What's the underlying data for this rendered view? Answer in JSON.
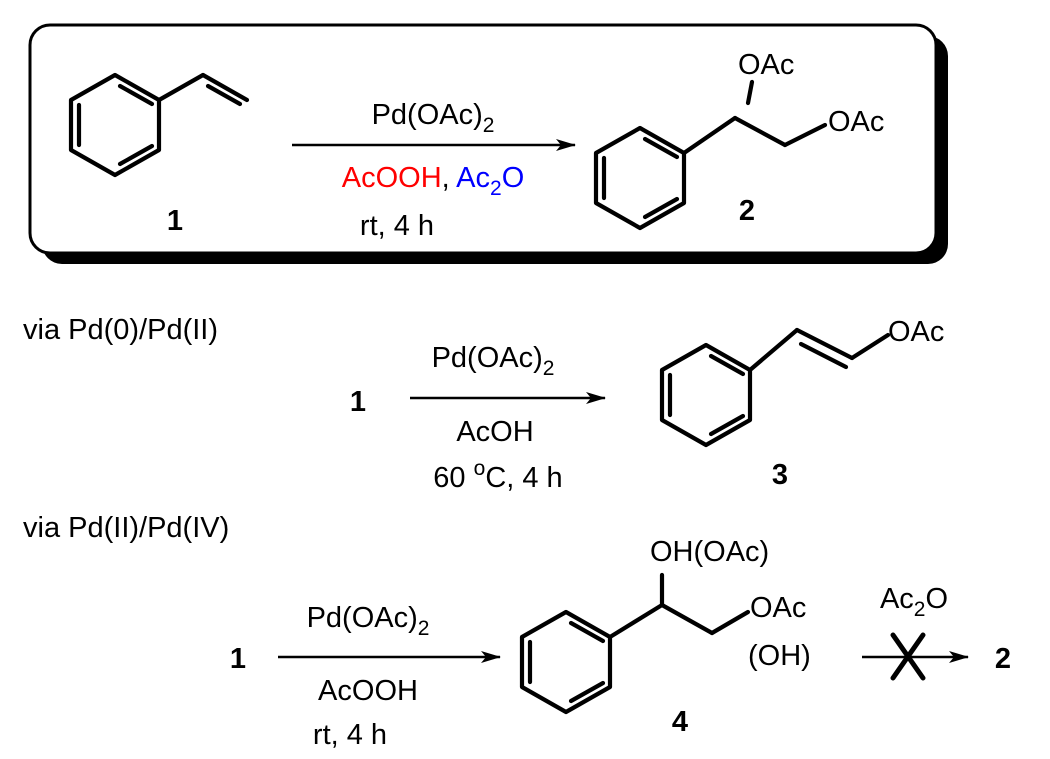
{
  "colors": {
    "acooh": "#ff0000",
    "ac2o": "#0000ff",
    "acoh": "#ff00ff",
    "text": "#000000"
  },
  "box": {
    "compound_start": "1",
    "reagent_top": {
      "pre": "Pd(OAc)",
      "sub": "2"
    },
    "reagent_bottom": {
      "red": "AcOOH",
      "sep": ", ",
      "blue_pre": "Ac",
      "blue_sub": "2",
      "blue_post": "O"
    },
    "condition": "rt, 4 h",
    "product": "2",
    "product_label_oac_top": "OAc",
    "product_label_oac_side": "OAc"
  },
  "route1": {
    "heading": "via Pd(0)/Pd(II)",
    "compound_start": "1",
    "reagent_top": {
      "pre": "Pd(OAc)",
      "sub": "2"
    },
    "reagent_bottom": "AcOH",
    "condition": {
      "pre": "60 ",
      "sup": "o",
      "post": "C, 4 h"
    },
    "product": "3",
    "product_label_oac": "OAc"
  },
  "route2": {
    "heading": "via Pd(II)/Pd(IV)",
    "compound_start": "1",
    "reagent_top": {
      "pre": "Pd(OAc)",
      "sub": "2"
    },
    "reagent_bottom": "AcOOH",
    "condition": "rt, 4 h",
    "product": "4",
    "product_label_top": "OH(OAc)",
    "product_label_side": "OAc",
    "product_label_side2": "(OH)",
    "blocked_reagent": {
      "pre": "Ac",
      "sub": "2",
      "post": "O"
    },
    "blocked_product": "2"
  }
}
